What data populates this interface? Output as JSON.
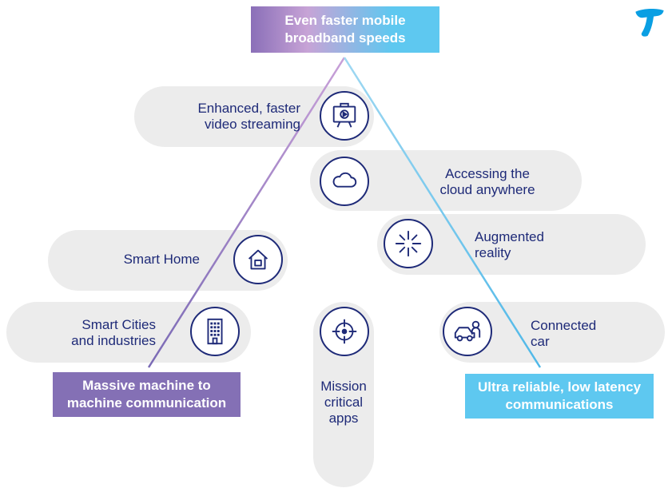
{
  "top_box": {
    "text": "Even faster mobile\nbroadband speeds"
  },
  "left_box": {
    "text": "Massive machine to\nmachine communication"
  },
  "right_box": {
    "text": "Ultra reliable, low latency\ncommunications"
  },
  "items": {
    "video": {
      "label": "Enhanced, faster\nvideo streaming",
      "icon": "video-screen-icon"
    },
    "cloud": {
      "label": "Accessing the\ncloud anywhere",
      "icon": "cloud-icon"
    },
    "ar": {
      "label": "Augmented\nreality",
      "icon": "starburst-icon"
    },
    "home": {
      "label": "Smart Home",
      "icon": "house-icon"
    },
    "cities": {
      "label": "Smart Cities\nand industries",
      "icon": "building-icon"
    },
    "mission": {
      "label": "Mission\ncritical\napps",
      "icon": "crosshair-icon"
    },
    "car": {
      "label": "Connected\ncar",
      "icon": "car-person-icon"
    }
  },
  "colors": {
    "navy": "#1e2a78",
    "purple": "#8a6fb8",
    "cyan": "#5ec8f0",
    "pill": "#ececec",
    "logo": "#0a9fe3"
  },
  "logo": {
    "icon": "telstra-t-logo"
  }
}
